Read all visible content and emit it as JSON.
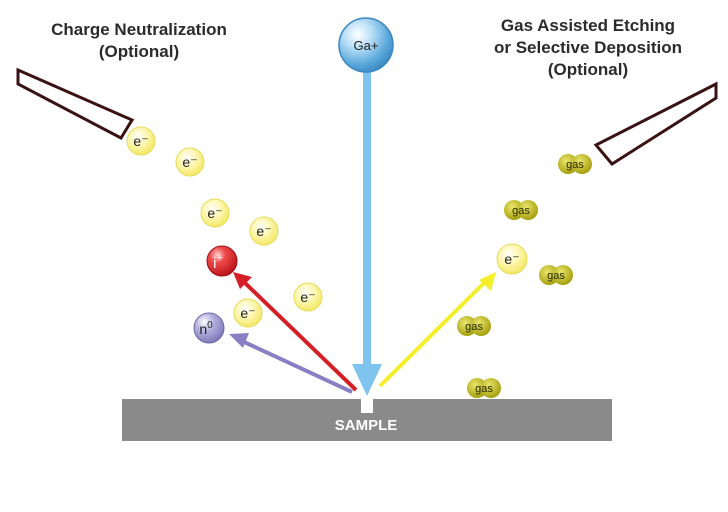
{
  "labels": {
    "charge_neutralization": "Charge Neutralization",
    "charge_neutralization_note": "(Optional)",
    "gas_etching_line1": "Gas Assisted Etching",
    "gas_etching_line2": "or Selective Deposition",
    "gas_etching_note": "(Optional)",
    "ion_source": "Ga+",
    "sample": "SAMPLE",
    "electron": "e⁻",
    "ion_base": "i",
    "ion_sup": "+",
    "neutral_base": "n",
    "neutral_sup": "0",
    "gas": "gas"
  },
  "colors": {
    "beam": "#7fc4ee",
    "sample": "#8a8a8a",
    "electron_fill": "#fbf49a",
    "electron_stroke": "#e8dc5a",
    "ion_fill": "#e0242c",
    "ion_arrow": "#d41f26",
    "neutral_fill": "#9b95cf",
    "neutral_arrow": "#8a7fc4",
    "secondary_electron_arrow": "#f3ef2a",
    "gas_fill": "#b0ab10",
    "nozzle_stroke": "#3a1212"
  }
}
